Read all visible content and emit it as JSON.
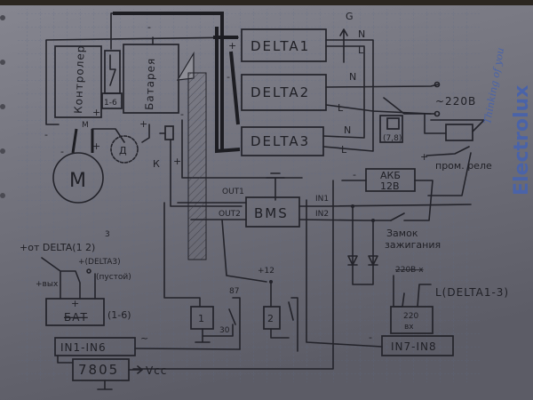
{
  "photo": {
    "paper_color": "#7b7b86",
    "ink_color": "#23232a",
    "brand_color": "#4a63a8"
  },
  "drive": {
    "controller_label": "Контролер",
    "controller_m": "М",
    "controller_plus": "+",
    "controller_minus": "-",
    "fuse_label": "1-6",
    "battery_label": "Батарея",
    "battery_minus": "-",
    "battery_plus": "+",
    "motor_label": "М",
    "motor_minus": "-",
    "motor_plus": "+",
    "coil_label": "Д",
    "contactor_label": "К",
    "contactor_minus": "-",
    "contactor_plus": "+"
  },
  "chargers": {
    "items": [
      {
        "label": "DELTA1",
        "n": "N",
        "l": "L"
      },
      {
        "label": "DELTA2",
        "n": "N",
        "l": "L"
      },
      {
        "label": "DELTA3",
        "n": "N",
        "l": "L"
      }
    ],
    "ground": "G",
    "mains": "~220В",
    "relay_label": "(7,8)",
    "start_relay": "пром. реле",
    "plus": "+",
    "minus": "-"
  },
  "bms": {
    "label": "BMS",
    "out1": "OUT1",
    "out2": "OUT2",
    "in1": "IN1",
    "in2": "IN2",
    "plus12": "+12"
  },
  "aux": {
    "akb_line1": "АКБ",
    "akb_line2": "12В",
    "akb_minus": "-",
    "akb_plus": "+",
    "ignition_line1": "Замок",
    "ignition_line2": "зажигания",
    "relay1": "1",
    "relay2": "2",
    "pin87": "87",
    "pin30": "30",
    "struck_220": "220В х",
    "l_delta": "L(DELTA1-3)",
    "box220_line1": "220",
    "box220_line2": "вх",
    "in78": "IN7-IN8",
    "in78_minus": "-"
  },
  "lower_left": {
    "from_delta": "+от DELTA(1 2)",
    "superscript": "3",
    "delta3": "+(DELTA3)",
    "empty": "(пустой)",
    "out_plus": "+вых",
    "bat_plus": "+",
    "bat_label": "БАТ",
    "bat_range": "(1-6)",
    "in16": "IN1-IN6",
    "in16_tilde": "~",
    "regulator": "7805",
    "vcc": "Vcc"
  },
  "branding": {
    "slogan": "Thinking of you",
    "brand": "Electrolux"
  }
}
